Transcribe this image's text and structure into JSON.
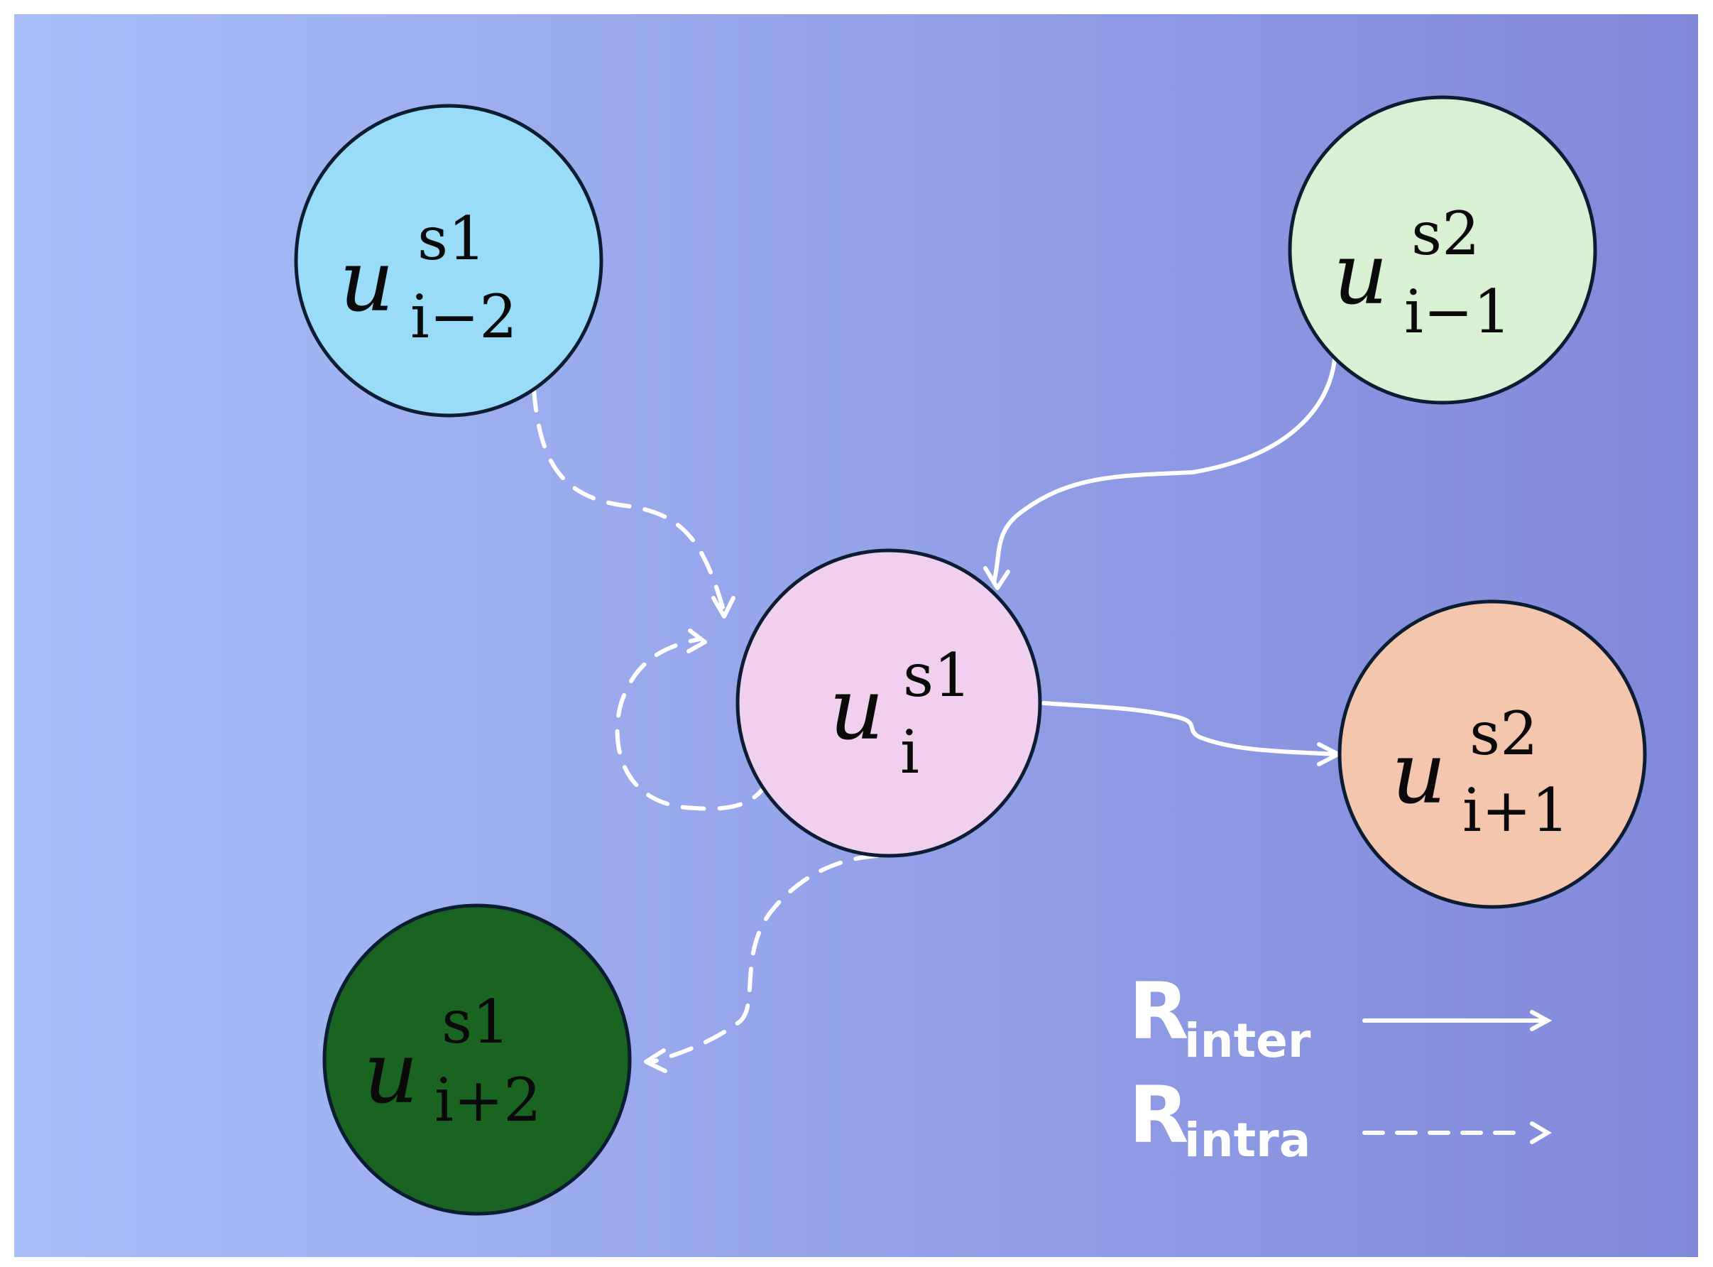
{
  "colors": {
    "background_left": "#a8bdf8",
    "background_right": "#8089d9",
    "node_fill_i_minus_2": "#98dcf7",
    "node_fill_i_minus_1": "#d7f1d2",
    "node_fill_i": "#f1cfee",
    "node_fill_i_plus_1": "#f4c6ae",
    "node_fill_i_plus_2": "#1a6421",
    "node_stroke": "#0c1c33",
    "edge": "#ffffff",
    "legend_text": "#ffffff"
  },
  "nodes": {
    "i_minus_2": {
      "base": "u",
      "sup": "s1",
      "sub": "i−2"
    },
    "i_minus_1": {
      "base": "u",
      "sup": "s2",
      "sub": "i−1"
    },
    "i": {
      "base": "u",
      "sup": "s1",
      "sub": "i"
    },
    "i_plus_1": {
      "base": "u",
      "sup": "s2",
      "sub": "i+1"
    },
    "i_plus_2": {
      "base": "u",
      "sup": "s1",
      "sub": "i+2"
    }
  },
  "edges": [
    {
      "from": "i_minus_2",
      "to": "i",
      "relation": "intra",
      "style": "dashed"
    },
    {
      "from": "i",
      "to": "i",
      "relation": "intra",
      "style": "dashed"
    },
    {
      "from": "i",
      "to": "i_plus_2",
      "relation": "intra",
      "style": "dashed"
    },
    {
      "from": "i_minus_1",
      "to": "i",
      "relation": "inter",
      "style": "solid"
    },
    {
      "from": "i",
      "to": "i_plus_1",
      "relation": "inter",
      "style": "solid"
    }
  ],
  "legend": {
    "inter": {
      "main": "R",
      "sub": "inter",
      "line_style": "solid"
    },
    "intra": {
      "main": "R",
      "sub": "intra",
      "line_style": "dashed"
    }
  }
}
